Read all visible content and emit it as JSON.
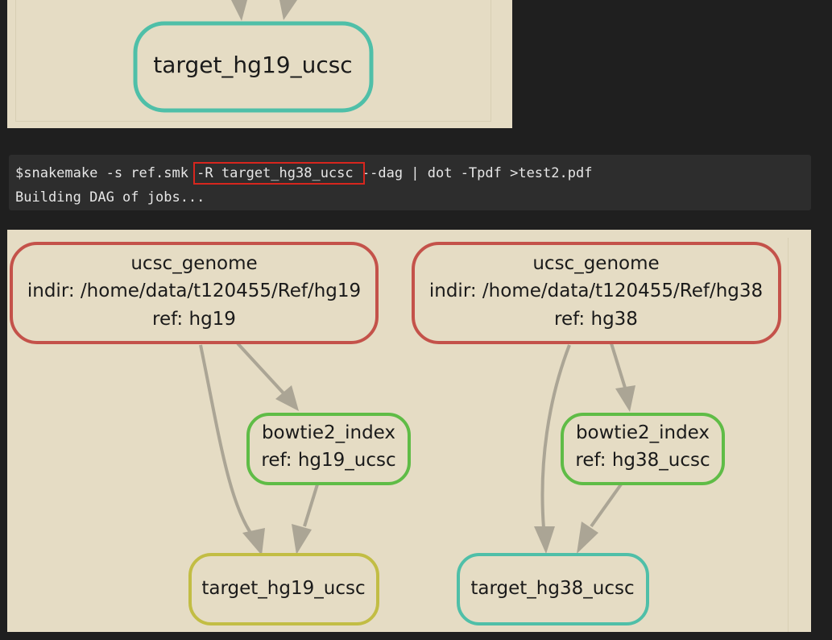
{
  "top_panel": {
    "node_label": "target_hg19_ucsc"
  },
  "terminal": {
    "line1_before": "$snakemake -s ref.smk ",
    "line1_highlight": "-R target_hg38_ucsc ",
    "line1_after": "--dag | dot -Tpdf >test2.pdf",
    "line2": "Building DAG of jobs..."
  },
  "dag": {
    "nodes": {
      "ucsc_hg19": {
        "title": "ucsc_genome",
        "line2": "indir: /home/data/t120455/Ref/hg19",
        "line3": "ref: hg19"
      },
      "ucsc_hg38": {
        "title": "ucsc_genome",
        "line2": "indir: /home/data/t120455/Ref/hg38",
        "line3": "ref: hg38"
      },
      "bowtie_hg19": {
        "title": "bowtie2_index",
        "line2": "ref: hg19_ucsc"
      },
      "bowtie_hg38": {
        "title": "bowtie2_index",
        "line2": "ref: hg38_ucsc"
      },
      "target_hg19": {
        "title": "target_hg19_ucsc"
      },
      "target_hg38": {
        "title": "target_hg38_ucsc"
      }
    },
    "colors": {
      "ucsc_genome": "#c4524a",
      "bowtie2_index": "#5fbc46",
      "target_hg19": "#c2bd44",
      "target_hg38": "#4fbfa8",
      "edge": "#aba595",
      "background": "#e5dcc4"
    }
  }
}
